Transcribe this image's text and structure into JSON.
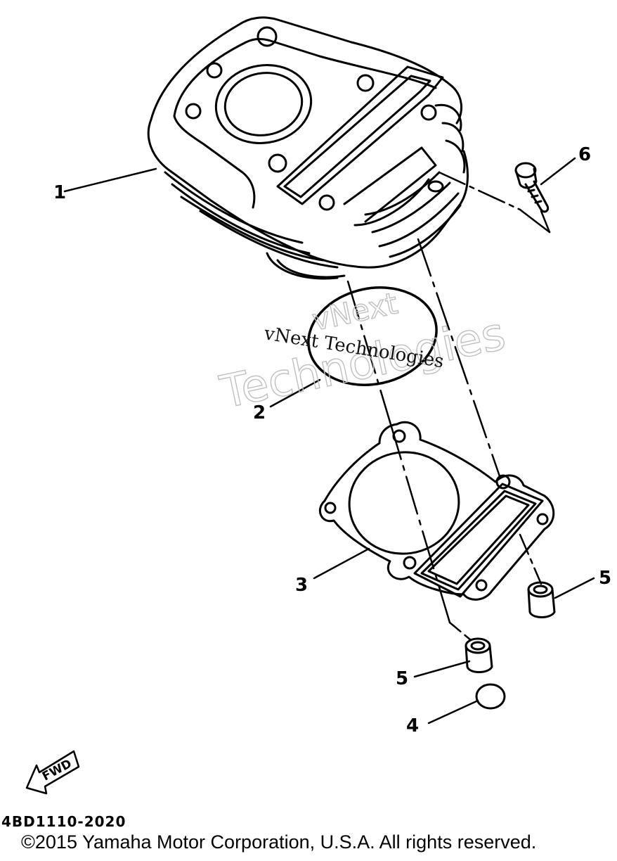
{
  "diagram": {
    "callouts": [
      {
        "id": "1",
        "label": "1"
      },
      {
        "id": "2",
        "label": "2"
      },
      {
        "id": "3",
        "label": "3"
      },
      {
        "id": "4",
        "label": "4"
      },
      {
        "id": "5a",
        "label": "5"
      },
      {
        "id": "5b",
        "label": "5"
      },
      {
        "id": "6",
        "label": "6"
      }
    ],
    "fwd_label": "FWD",
    "part_code": "4BD1110-2020",
    "watermark": {
      "serif_text": "vNext Technologies",
      "outline_line1": "vNext",
      "outline_line2": "Technologies"
    }
  },
  "footer": {
    "copyright": "©2015 Yamaha Motor Corporation, U.S.A. All rights reserved."
  }
}
